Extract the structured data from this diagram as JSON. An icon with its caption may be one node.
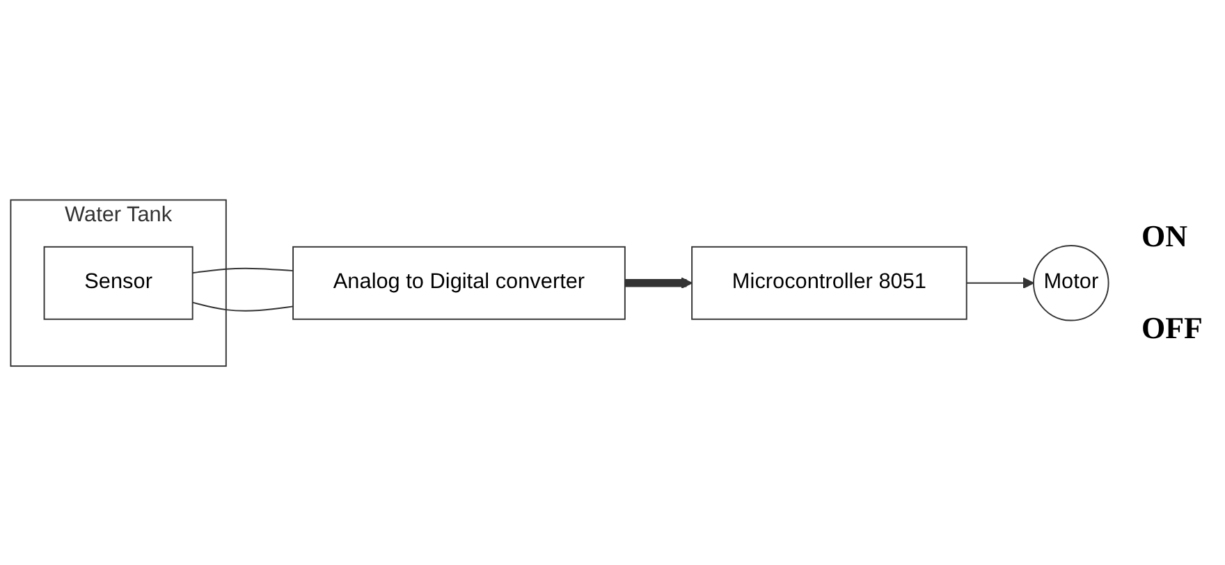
{
  "diagram": {
    "nodes": [
      {
        "text": [
          "Water Tank"
        ]
      },
      {
        "text": [
          "Sensor"
        ],
        "in": 0
      },
      {
        "text": [
          "Analog to Digital converter"
        ]
      },
      {
        "text": [
          "Microcontroller 8051"
        ]
      },
      {
        "text": [
          "Motor"
        ]
      }
    ],
    "edges": [
      {
        "from": 1,
        "to": 2,
        "arrow": "none"
      },
      {
        "from": 1,
        "to": 2,
        "arrow": "none"
      },
      {
        "from": 2,
        "to": 3,
        "arrow": "to",
        "style": "thick"
      },
      {
        "from": 3,
        "to": 4,
        "arrow": "to"
      }
    ],
    "labels": [
      "ON",
      "OFF"
    ]
  }
}
